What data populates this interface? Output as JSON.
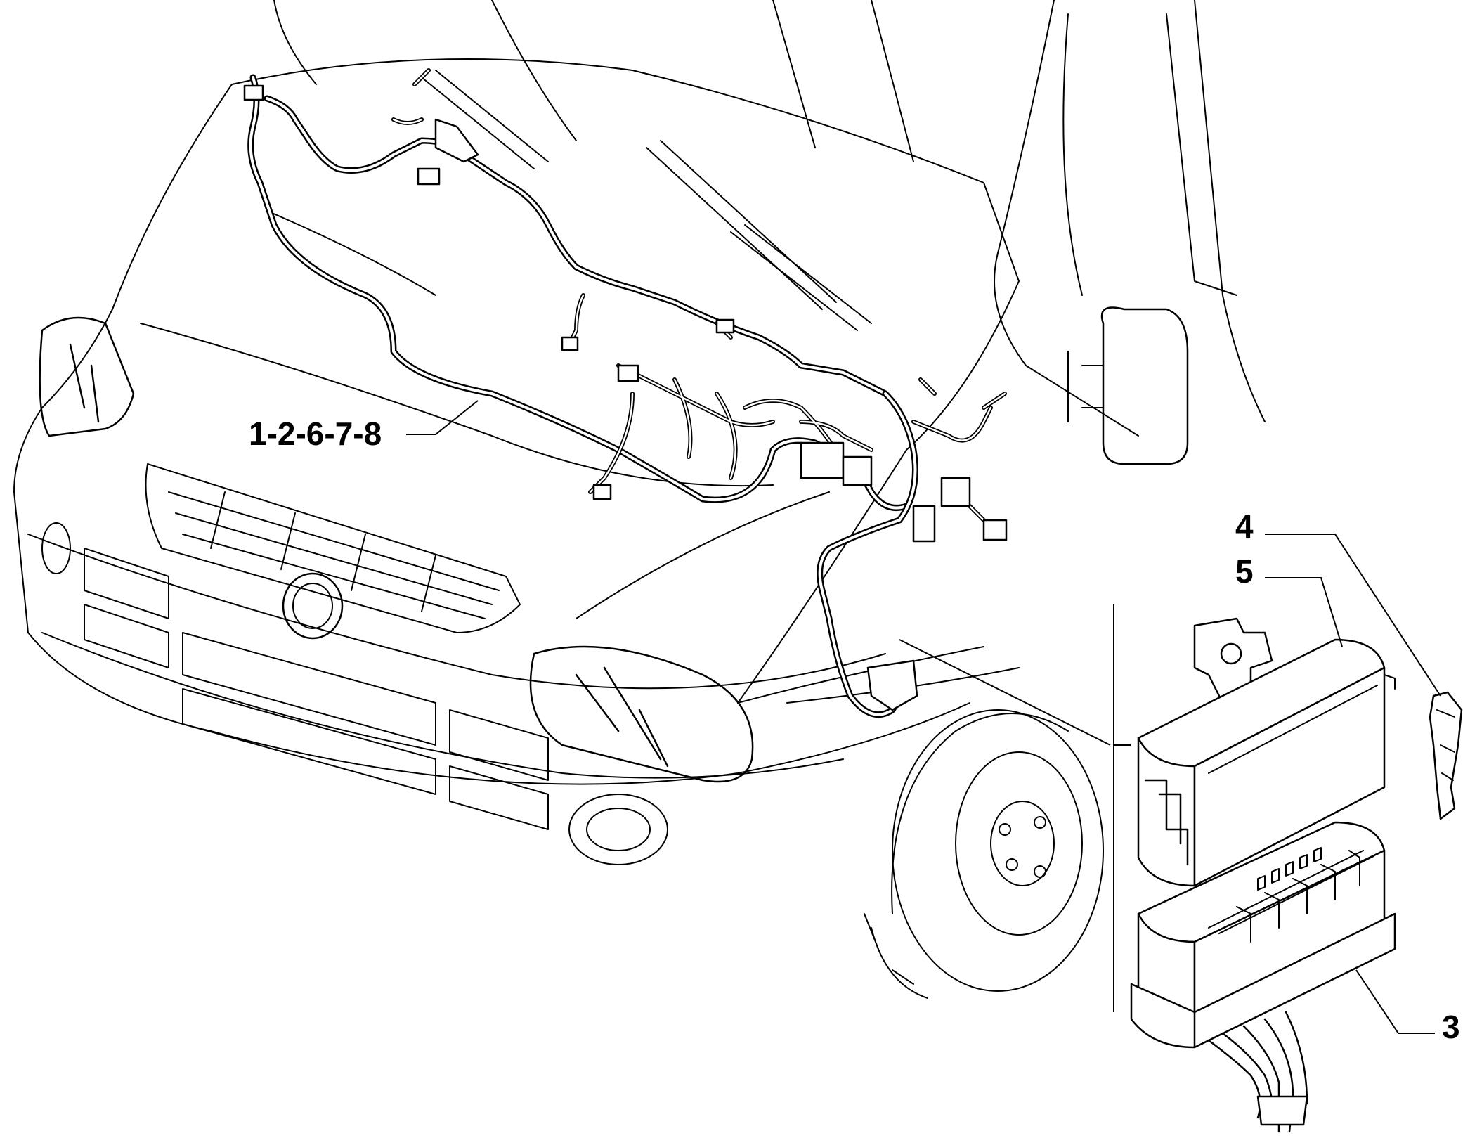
{
  "callouts": {
    "harness": "1-2-6-7-8",
    "relay_clip": "4",
    "box_cover": "5",
    "fuse_box": "3"
  },
  "icons": {
    "vehicle": "van-front-outline-icon",
    "harness": "wiring-harness-icon",
    "cover": "fuse-box-cover-icon",
    "clip": "retaining-clip-icon",
    "fuse_box": "fuse-box-icon"
  },
  "colors": {
    "ink": "#000000",
    "paper": "#ffffff"
  }
}
